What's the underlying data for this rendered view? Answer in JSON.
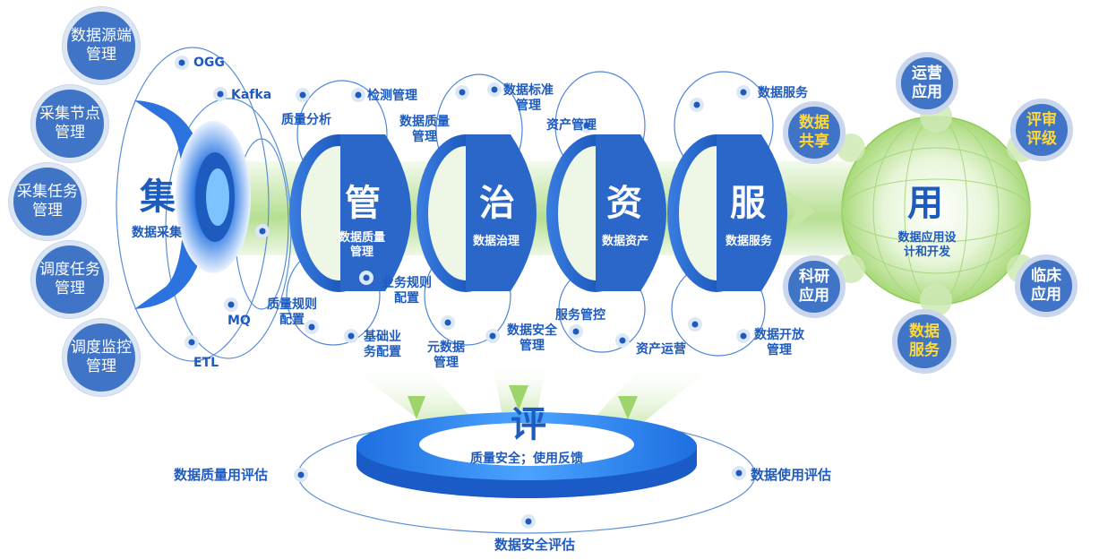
{
  "left_circles": [
    {
      "line1": "数据源端",
      "line2": "管理"
    },
    {
      "line1": "采集节点",
      "line2": "管理"
    },
    {
      "line1": "采集任务",
      "line2": "管理"
    },
    {
      "line1": "调度任务",
      "line2": "管理"
    },
    {
      "line1": "调度监控",
      "line2": "管理"
    }
  ],
  "collect": {
    "big": "集",
    "sub": "数据采集",
    "items": [
      "OGG",
      "Kafka",
      "MQ",
      "ETL"
    ]
  },
  "stages": [
    {
      "big": "管",
      "line1": "数据质量",
      "line2": "管理"
    },
    {
      "big": "治",
      "line1": "数据治理",
      "line2": ""
    },
    {
      "big": "资",
      "line1": "数据资产",
      "line2": ""
    },
    {
      "big": "服",
      "line1": "数据服务",
      "line2": ""
    }
  ],
  "stage_labels": {
    "quality_analysis": "质量分析",
    "detect_mgmt": "检测管理",
    "quality_rule_l1": "质量规则",
    "quality_rule_l2": "配置",
    "business_rule_l1": "业务规则",
    "business_rule_l2": "配置",
    "basic_biz_l1": "基础业",
    "basic_biz_l2": "务配置",
    "dq_mgmt_l1": "数据质量",
    "dq_mgmt_l2": "管理",
    "std_mgmt_l1": "数据标准",
    "std_mgmt_l2": "管理",
    "meta_l1": "元数据",
    "meta_l2": "管理",
    "sec_l1": "数据安全",
    "sec_l2": "管理",
    "asset_mgmt": "资产管理",
    "service_ctrl": "服务管控",
    "asset_ops": "资产运营",
    "data_service": "数据服务",
    "open_l1": "数据开放",
    "open_l2": "管理"
  },
  "use": {
    "big": "用",
    "line1": "数据应用设",
    "line2": "计和开发"
  },
  "right_circles": [
    {
      "line1": "运营",
      "line2": "应用",
      "gold": false
    },
    {
      "line1": "数据",
      "line2": "共享",
      "gold": true
    },
    {
      "line1": "评审",
      "line2": "评级",
      "gold": true
    },
    {
      "line1": "科研",
      "line2": "应用",
      "gold": false
    },
    {
      "line1": "临床",
      "line2": "应用",
      "gold": false
    },
    {
      "line1": "数据",
      "line2": "服务",
      "gold": true
    }
  ],
  "evaluate": {
    "big": "评",
    "sub": "质量安全；使用反馈",
    "left": "数据质量用评估",
    "right": "数据使用评估",
    "bottom": "数据安全评估"
  },
  "colors": {
    "primary": "#3f74c7",
    "dark": "#1e5bbf",
    "ring": "#c9d6ee",
    "green": "#9ed46b",
    "gold": "#ffd93a"
  }
}
